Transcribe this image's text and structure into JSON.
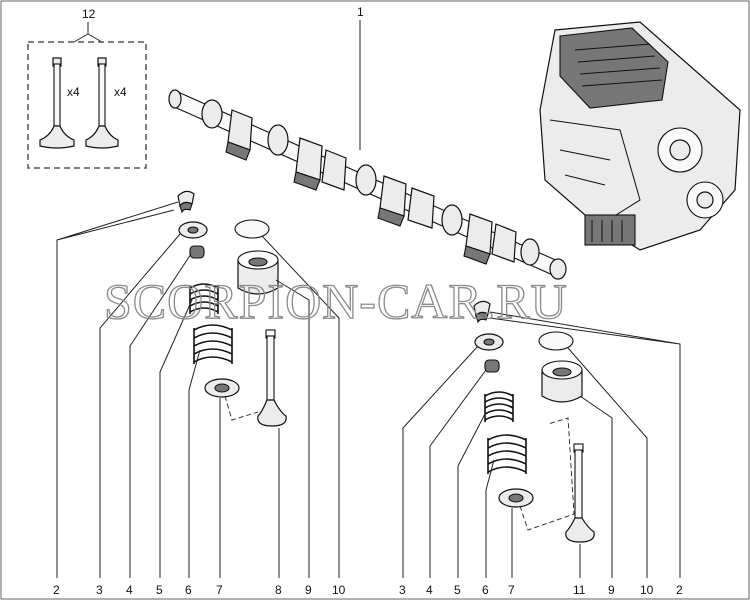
{
  "watermark": "SCORPION-CAR.RU",
  "kit": {
    "number": "12",
    "qty_left": "x4",
    "qty_right": "x4"
  },
  "callouts": {
    "camshaft": "1",
    "bottom_left": [
      "2",
      "3",
      "4",
      "5",
      "6",
      "7",
      "8",
      "9",
      "10"
    ],
    "bottom_right": [
      "3",
      "4",
      "5",
      "6",
      "7",
      "11",
      "9",
      "10",
      "2"
    ]
  },
  "icons": {
    "camshaft": "camshaft-icon",
    "engine": "engine-block-icon",
    "valve": "valve-icon",
    "spring": "valve-spring-icon",
    "tappet": "tappet-icon"
  }
}
